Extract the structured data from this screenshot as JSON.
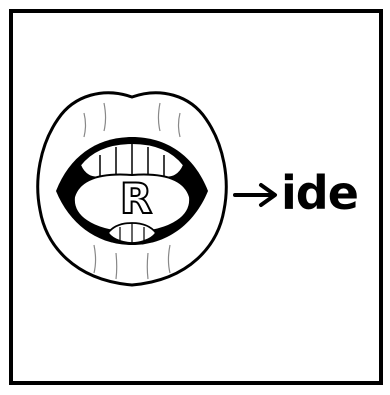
{
  "card": {
    "mouth_icon": "open-mouth-illustration",
    "letter": "R",
    "arrow_icon": "right-arrow",
    "word_suffix": "ide"
  },
  "colors": {
    "ink": "#000000",
    "background": "#ffffff"
  }
}
